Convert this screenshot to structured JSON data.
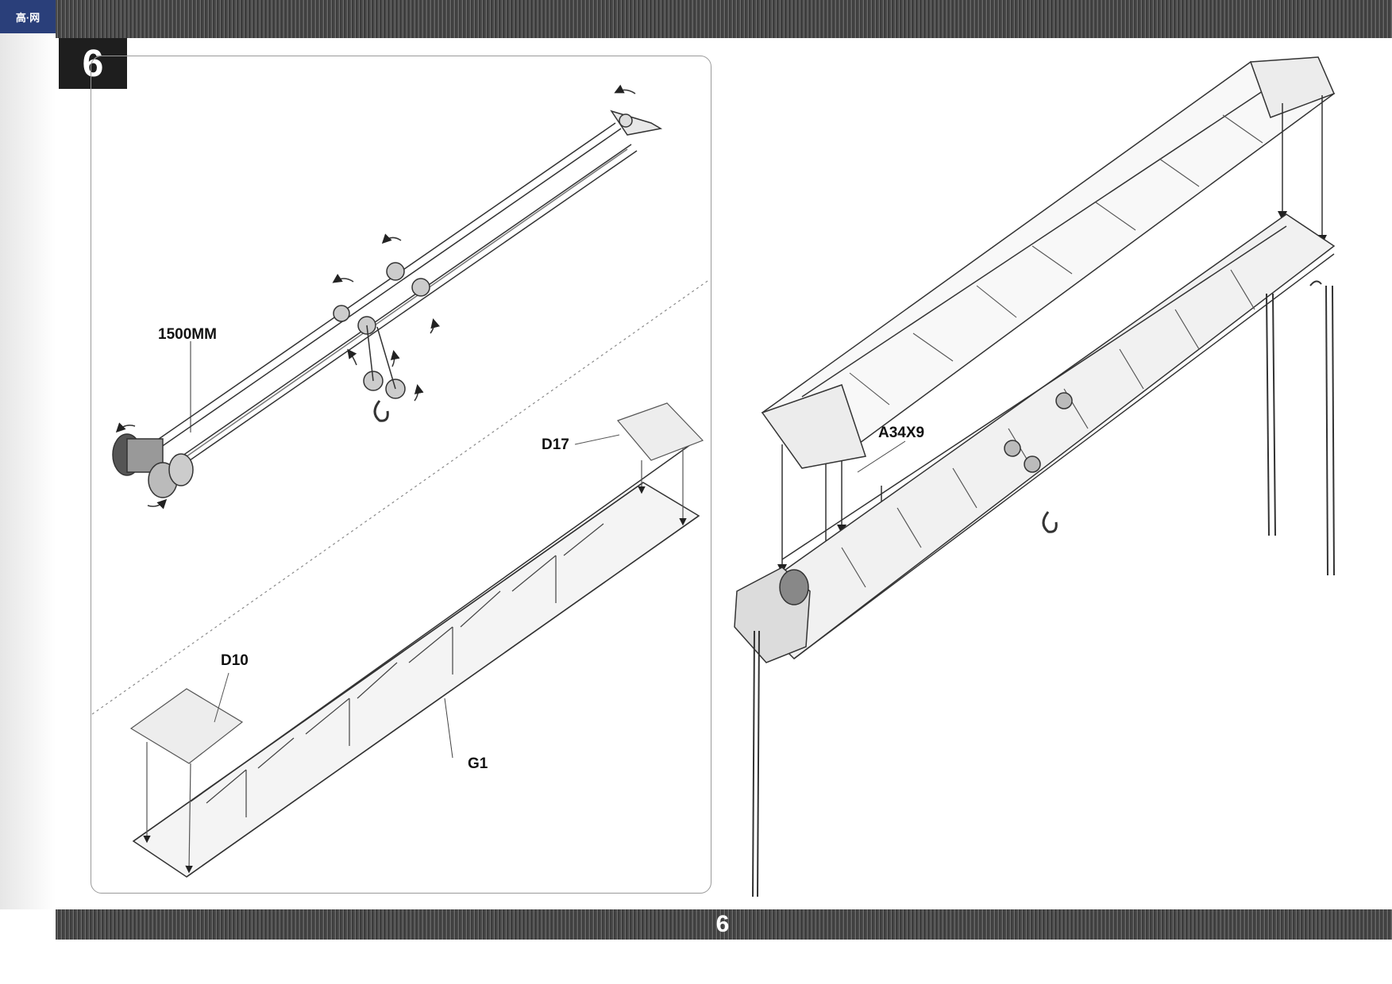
{
  "logo": {
    "text": "高·网"
  },
  "step": {
    "number": "6"
  },
  "page": {
    "number": "6"
  },
  "callouts": {
    "wire_length": "1500MM",
    "d17": "D17",
    "d10": "D10",
    "g1": "G1",
    "a34": "A34X9"
  }
}
